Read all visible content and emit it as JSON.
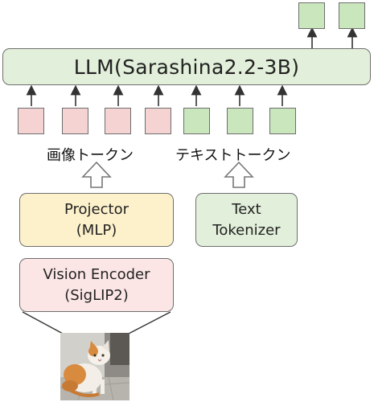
{
  "llm": {
    "label": "LLM(Sarashina2.2-3B)"
  },
  "tokens": {
    "image_label": "画像トークン",
    "text_label": "テキストトークン"
  },
  "projector": {
    "line1": "Projector",
    "line2": "(MLP)"
  },
  "tokenizer": {
    "line1": "Text",
    "line2": "Tokenizer"
  },
  "vision_encoder": {
    "line1": "Vision Encoder",
    "line2": "(SigLIP2)"
  },
  "colors": {
    "llm": "#e2efda",
    "image_token": "#f6d3d3",
    "text_token": "#c9e6bd",
    "projector": "#fdf1cc",
    "tokenizer": "#e2efda",
    "vision_encoder": "#fbe5e5",
    "border": "#6e6e6e"
  },
  "icons": {
    "input_image": "cat-photo",
    "block_arrow": "hollow-up-arrow",
    "thin_arrow": "up-arrow"
  }
}
